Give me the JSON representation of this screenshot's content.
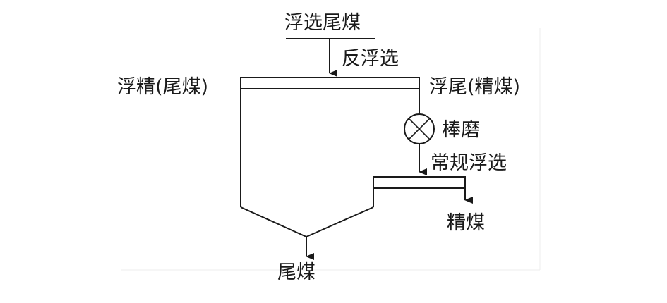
{
  "diagram": {
    "feed_label": "浮选尾煤",
    "reverse_flotation_label": "反浮选",
    "froth_label": "浮精(尾煤)",
    "tailing_label": "浮尾(精煤)",
    "rod_mill_label": "棒磨",
    "conventional_flotation_label": "常规浮选",
    "clean_coal_label": "精煤",
    "final_tailings_label": "尾煤"
  }
}
